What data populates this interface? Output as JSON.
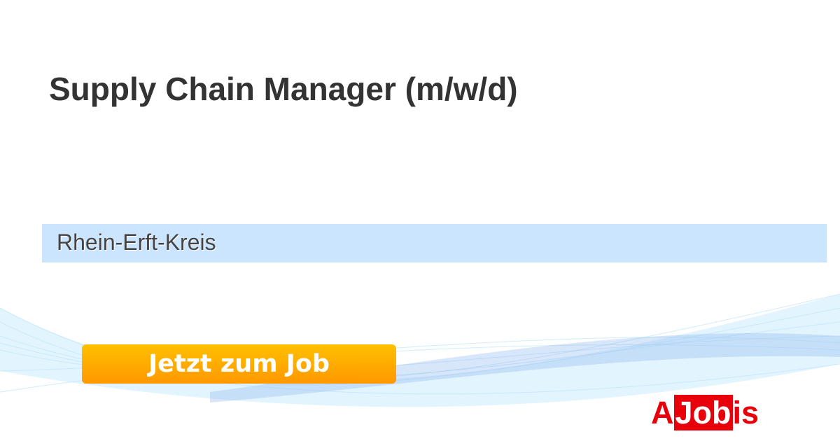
{
  "job": {
    "title": "Supply Chain Manager (m/w/d)",
    "location": "Rhein-Erft-Kreis"
  },
  "cta": {
    "label": "Jetzt zum Job"
  },
  "logo": {
    "text": "AJobis",
    "part_a": "A",
    "part_box": "Job",
    "part_end": "is"
  },
  "colors": {
    "accent": "#ff9800",
    "location_bg": "#cce5ff",
    "logo": "#e8000b"
  }
}
